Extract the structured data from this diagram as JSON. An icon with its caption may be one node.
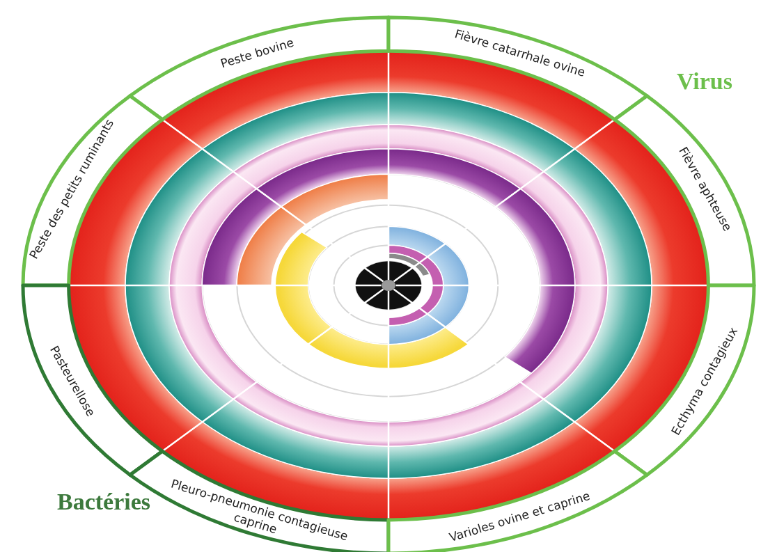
{
  "diagram": {
    "nodes": [
      {
        "text": [
          "Peste bovine"
        ]
      },
      {
        "text": [
          "Fièvre catarrhale ovine"
        ]
      },
      {
        "text": [
          "Peste des petits ruminants"
        ]
      },
      {
        "text": [
          "Fièvre aphteuse"
        ]
      },
      {
        "text": [
          "Pasteurellose"
        ]
      },
      {
        "text": [
          "Ecthyma contagieux"
        ]
      },
      {
        "text": [
          "Pleuro-pneumonie contagieuse caprine"
        ]
      },
      {
        "text": [
          "Varioles ovine et caprine"
        ]
      }
    ],
    "labels": [
      "Virus",
      "Bactéries"
    ]
  }
}
